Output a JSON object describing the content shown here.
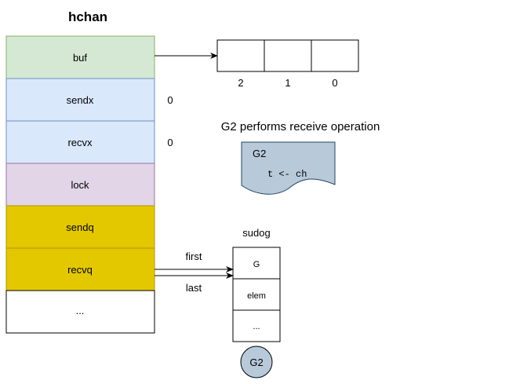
{
  "hchan": {
    "title": "hchan",
    "fields": [
      {
        "label": "buf",
        "fill": "#d5e8d4",
        "stroke": "#82b366"
      },
      {
        "label": "sendx",
        "fill": "#dae8fc",
        "stroke": "#6c8ebf"
      },
      {
        "label": "recvx",
        "fill": "#dae8fc",
        "stroke": "#6c8ebf"
      },
      {
        "label": "lock",
        "fill": "#e1d5e7",
        "stroke": "#9673a6"
      },
      {
        "label": "sendq",
        "fill": "#e3c800",
        "stroke": "#b09500"
      },
      {
        "label": "recvq",
        "fill": "#e3c800",
        "stroke": "#b09500"
      },
      {
        "label": "...",
        "fill": "#ffffff",
        "stroke": "#000000"
      }
    ],
    "sendx_value": "0",
    "recvx_value": "0"
  },
  "buffer": {
    "indices": [
      "2",
      "1",
      "0"
    ]
  },
  "operation": {
    "caption": "G2 performs receive operation",
    "goroutine": "G2",
    "code": "t <- ch",
    "fill": "#b8c9da",
    "stroke": "#23445d"
  },
  "sudog": {
    "title": "sudog",
    "cells": [
      "G",
      "elem",
      "..."
    ],
    "goroutine": "G2",
    "goroutine_fill": "#b8c9da"
  },
  "links": {
    "first": "first",
    "last": "last"
  }
}
